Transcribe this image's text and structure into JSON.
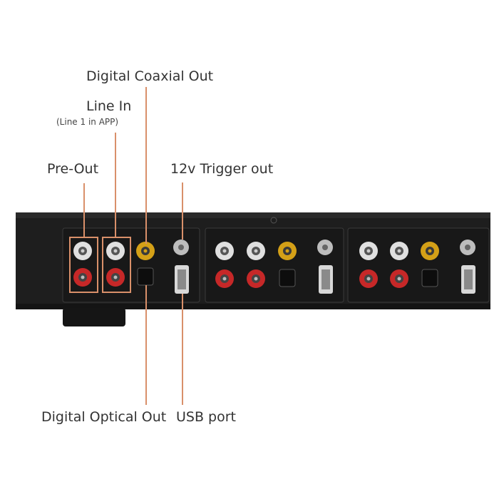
{
  "labels": {
    "digital_coaxial_out": "Digital Coaxial Out",
    "line_in": "Line In",
    "line_in_note": "(Line 1 in APP)",
    "pre_out": "Pre-Out",
    "trigger_12v": "12v Trigger out",
    "digital_optical_out": "Digital Optical Out",
    "usb_port": "USB port"
  },
  "colors": {
    "callout_line": "#d9906a",
    "chassis": "#222222",
    "rca_red": "#c62828",
    "rca_gold": "#d4a017",
    "rca_white": "#e0e0e0"
  }
}
